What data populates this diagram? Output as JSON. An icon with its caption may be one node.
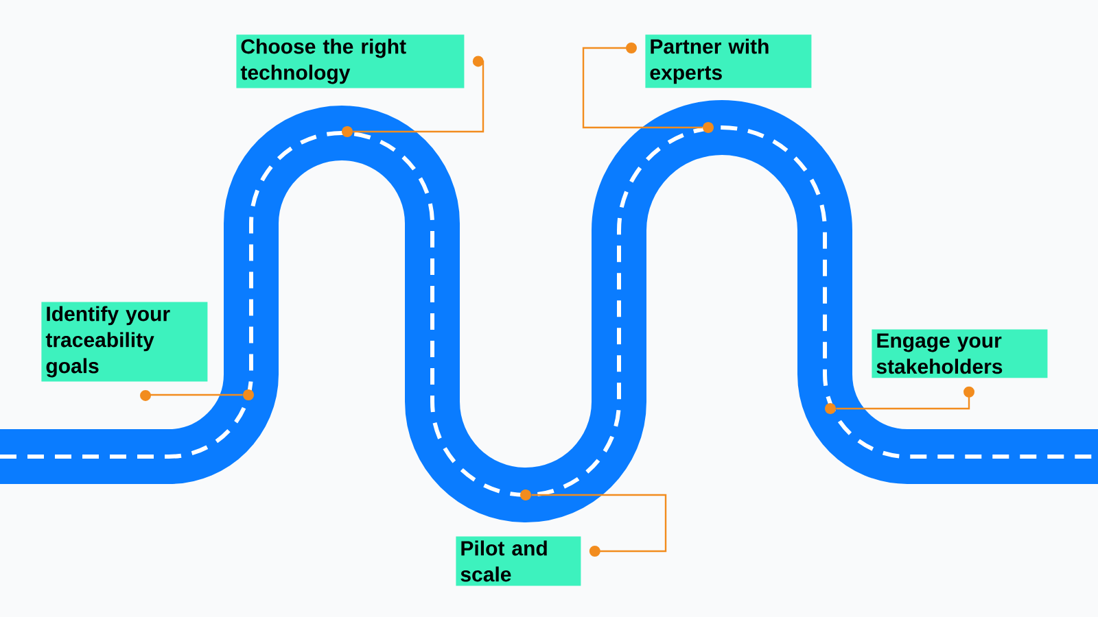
{
  "diagram": {
    "nodes": [
      {
        "text": [
          "Choose the right technology"
        ]
      },
      {
        "text": [
          "Partner with experts"
        ]
      },
      {
        "text": [
          "Identify your traceability goals"
        ]
      },
      {
        "text": [
          "Engage your stakeholders"
        ]
      },
      {
        "text": [
          "Pilot and scale"
        ]
      },
      {
        "text": [],
        "shape": "circle"
      },
      {
        "text": [],
        "shape": "circle"
      },
      {
        "text": [],
        "shape": "circle"
      },
      {
        "text": [],
        "shape": "circle"
      },
      {
        "text": [],
        "shape": "circle"
      }
    ],
    "edges": [
      {
        "from": 0,
        "to": 6,
        "arrow": "other"
      },
      {
        "from": 1,
        "to": 8,
        "arrow": "other"
      },
      {
        "from": 2,
        "to": 5,
        "arrow": "other"
      },
      {
        "from": 3,
        "to": 9,
        "arrow": "other"
      },
      {
        "from": 4,
        "to": 7,
        "arrow": "other"
      }
    ]
  }
}
